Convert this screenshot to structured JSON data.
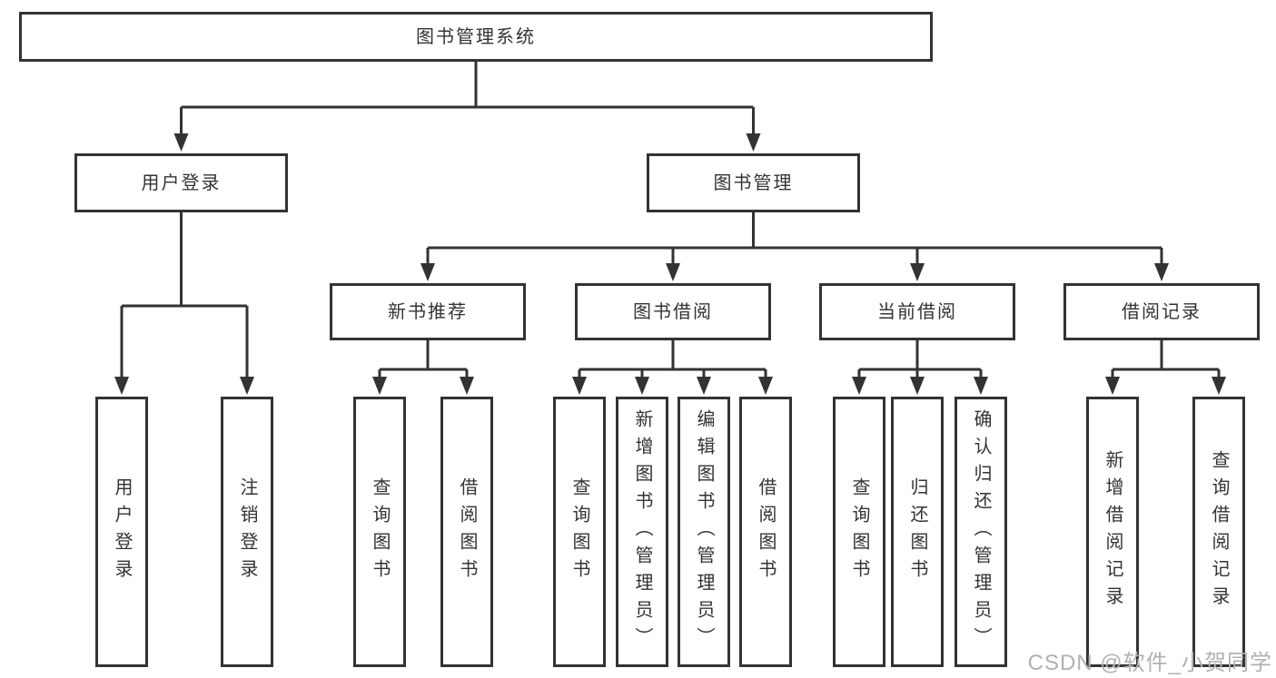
{
  "tree": {
    "label": "图书管理系统",
    "children": [
      {
        "label": "用户登录",
        "children": [
          {
            "label": "用户登录"
          },
          {
            "label": "注销登录"
          }
        ]
      },
      {
        "label": "图书管理",
        "children": [
          {
            "label": "新书推荐",
            "children": [
              {
                "label": "查询图书"
              },
              {
                "label": "借阅图书"
              }
            ]
          },
          {
            "label": "图书借阅",
            "children": [
              {
                "label": "查询图书"
              },
              {
                "label": "新增图书（管理员）"
              },
              {
                "label": "编辑图书（管理员）"
              },
              {
                "label": "借阅图书"
              }
            ]
          },
          {
            "label": "当前借阅",
            "children": [
              {
                "label": "查询图书"
              },
              {
                "label": "归还图书"
              },
              {
                "label": "确认归还（管理员）"
              }
            ]
          },
          {
            "label": "借阅记录",
            "children": [
              {
                "label": "新增借阅记录"
              },
              {
                "label": "查询借阅记录"
              }
            ]
          }
        ]
      }
    ]
  },
  "watermark": {
    "text": "CSDN @软件_小贺同学"
  },
  "colors": {
    "line": "#333333",
    "box_border": "#333333",
    "text": "#333333",
    "watermark": "#b1b1b1",
    "background": "#ffffff"
  }
}
